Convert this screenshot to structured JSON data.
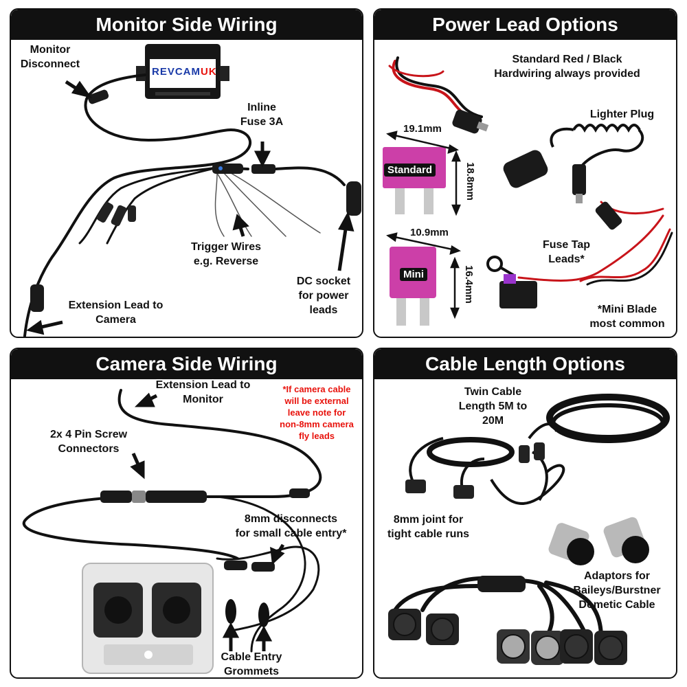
{
  "panels": {
    "monitor": {
      "title": "Monitor Side Wiring",
      "logo_rev": "REV",
      "logo_cam": "CAM",
      "logo_uk": "UK",
      "labels": {
        "monitor_disconnect": "Monitor\nDisconnect",
        "inline_fuse": "Inline\nFuse 3A",
        "trigger_wires": "Trigger Wires\ne.g. Reverse",
        "dc_socket": "DC socket\nfor power\nleads",
        "extension_lead": "Extension Lead to\nCamera"
      }
    },
    "power": {
      "title": "Power Lead Options",
      "labels": {
        "standard_lead": "Standard Red / Black\nHardwiring always provided",
        "lighter_plug": "Lighter Plug",
        "fuse_tap": "Fuse Tap\nLeads*",
        "mini_note": "*Mini Blade\nmost common"
      },
      "fuses": {
        "standard_name": "Standard",
        "standard_width": "19.1mm",
        "standard_height": "18.8mm",
        "mini_name": "Mini",
        "mini_width": "10.9mm",
        "mini_height": "16.4mm"
      }
    },
    "camera": {
      "title": "Camera Side Wiring",
      "labels": {
        "extension_lead": "Extension Lead to\nMonitor",
        "external_note": "*If camera cable\nwill be external\nleave note for\nnon-8mm camera\nfly leads",
        "screw_connectors": "2x 4 Pin Screw\nConnectors",
        "disconnects": "8mm disconnects\nfor small cable entry*",
        "grommets": "Cable Entry\nGrommets"
      }
    },
    "cable": {
      "title": "Cable Length Options",
      "labels": {
        "twin_cable": "Twin Cable\nLength 5M to\n20M",
        "joint": "8mm joint for\ntight cable runs",
        "adaptors": "Adaptors for\nBaileys/Burstner\nDometic Cable"
      }
    }
  },
  "colors": {
    "header_bg": "#111111",
    "header_text": "#ffffff",
    "note_red": "#e8120c",
    "fuse_pink": "#cc3fa8",
    "wire_red": "#c8141a",
    "logo_blue": "#1a3aa8"
  }
}
